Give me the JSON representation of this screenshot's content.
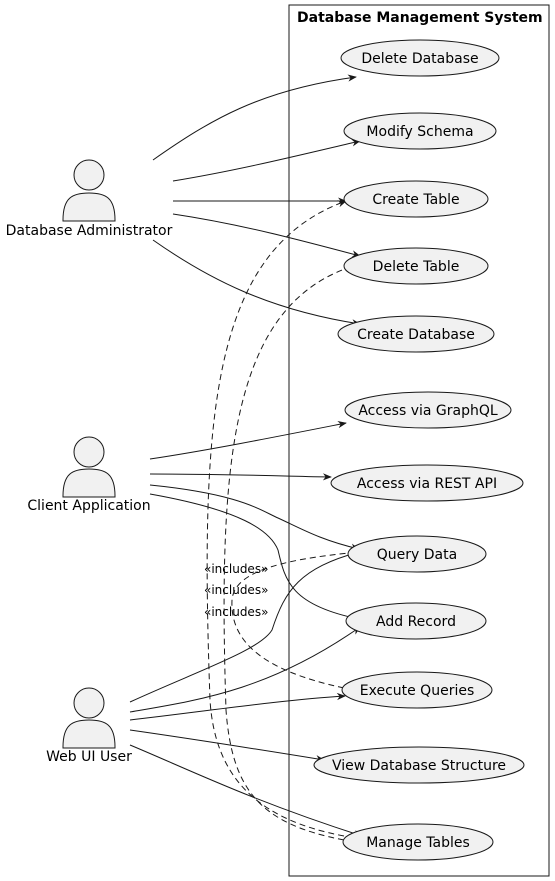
{
  "diagram": {
    "system_title": "Database Management System",
    "actors": [
      {
        "id": "dba",
        "label": "Database Administrator"
      },
      {
        "id": "client",
        "label": "Client Application"
      },
      {
        "id": "web",
        "label": "Web UI User"
      }
    ],
    "use_cases": [
      {
        "id": "delete_db",
        "label": "Delete Database"
      },
      {
        "id": "modify_schema",
        "label": "Modify Schema"
      },
      {
        "id": "create_table",
        "label": "Create Table"
      },
      {
        "id": "delete_table",
        "label": "Delete Table"
      },
      {
        "id": "create_db",
        "label": "Create Database"
      },
      {
        "id": "graphql",
        "label": "Access via GraphQL"
      },
      {
        "id": "rest",
        "label": "Access via REST API"
      },
      {
        "id": "query",
        "label": "Query Data"
      },
      {
        "id": "add_record",
        "label": "Add Record"
      },
      {
        "id": "exec_queries",
        "label": "Execute Queries"
      },
      {
        "id": "view_structure",
        "label": "View Database Structure"
      },
      {
        "id": "manage_tables",
        "label": "Manage Tables"
      }
    ],
    "associations": [
      {
        "from": "dba",
        "to": "delete_db"
      },
      {
        "from": "dba",
        "to": "modify_schema"
      },
      {
        "from": "dba",
        "to": "create_table"
      },
      {
        "from": "dba",
        "to": "delete_table"
      },
      {
        "from": "dba",
        "to": "create_db"
      },
      {
        "from": "client",
        "to": "graphql"
      },
      {
        "from": "client",
        "to": "rest"
      },
      {
        "from": "client",
        "to": "query"
      },
      {
        "from": "client",
        "to": "add_record"
      },
      {
        "from": "web",
        "to": "query"
      },
      {
        "from": "web",
        "to": "add_record"
      },
      {
        "from": "web",
        "to": "exec_queries"
      },
      {
        "from": "web",
        "to": "view_structure"
      },
      {
        "from": "web",
        "to": "manage_tables"
      }
    ],
    "includes": [
      {
        "from": "exec_queries",
        "to": "query",
        "label": "«includes»"
      },
      {
        "from": "manage_tables",
        "to": "create_table",
        "label": "«includes»"
      },
      {
        "from": "manage_tables",
        "to": "delete_table",
        "label": "«includes»"
      }
    ],
    "colors": {
      "fill": "#f1f1f1",
      "stroke": "#181818",
      "background": "#ffffff"
    }
  }
}
